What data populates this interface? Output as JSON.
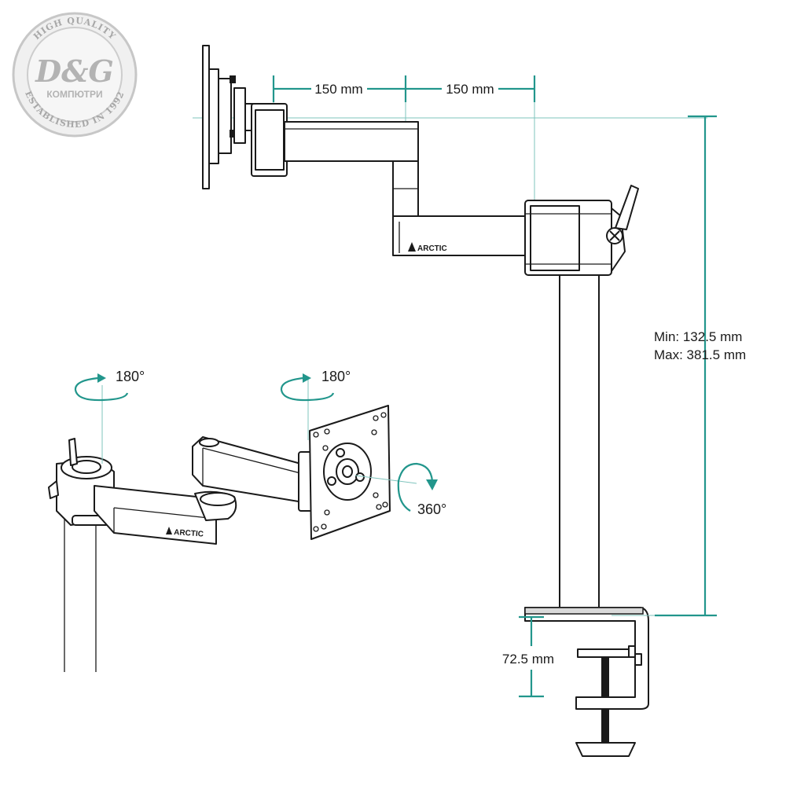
{
  "watermark": {
    "big": "D&G",
    "top_arc": "HIGH QUALITY",
    "middle": "КОМПЮТРИ",
    "bottom_arc": "ESTABLISHED IN 1992"
  },
  "dimensions": {
    "arm_segment_1": "150 mm",
    "arm_segment_2": "150 mm",
    "height_min": "Min: 132.5 mm",
    "height_max": "Max: 381.5 mm",
    "clamp_thickness": "72.5 mm"
  },
  "rotations": {
    "base_swivel": "180°",
    "arm_swivel": "180°",
    "plate_rotation": "360°"
  },
  "brand_label_top": "ARCTIC",
  "brand_label_bottom": "ARCTIC",
  "colors": {
    "accent": "#22968c",
    "line": "#1a1a1a",
    "guide": "#7fc4bd"
  }
}
